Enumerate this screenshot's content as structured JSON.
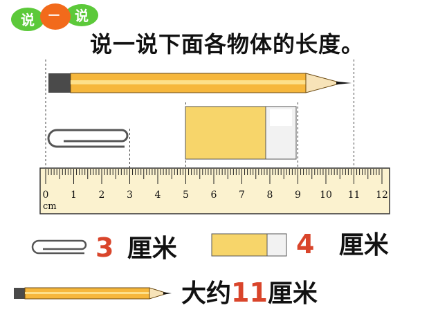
{
  "badge": {
    "left": "说",
    "middle": "一",
    "right": "说"
  },
  "title": "说一说下面各物体的长度。",
  "ruler": {
    "ticks": [
      "0",
      "1",
      "2",
      "3",
      "4",
      "5",
      "6",
      "7",
      "8",
      "9",
      "10",
      "11",
      "12"
    ],
    "unit": "cm",
    "max_cm": 12
  },
  "objects": {
    "pencil_length_cm": 11,
    "eraser_start_cm": 5,
    "eraser_end_cm": 9,
    "clip_length_cm": 3
  },
  "answers": {
    "clip": {
      "number": "3",
      "unit": "厘米"
    },
    "eraser": {
      "number": "4",
      "unit": "厘米"
    },
    "pencil": {
      "prefix": "大约",
      "number": "11",
      "unit": "厘米"
    }
  },
  "colors": {
    "pencil_body": "#f6b73c",
    "eraser_body": "#f7d56a",
    "ruler_body": "#fbf2cf",
    "number_red": "#d9452b",
    "badge_green": "#5cc93a",
    "badge_orange": "#f26a1b"
  }
}
